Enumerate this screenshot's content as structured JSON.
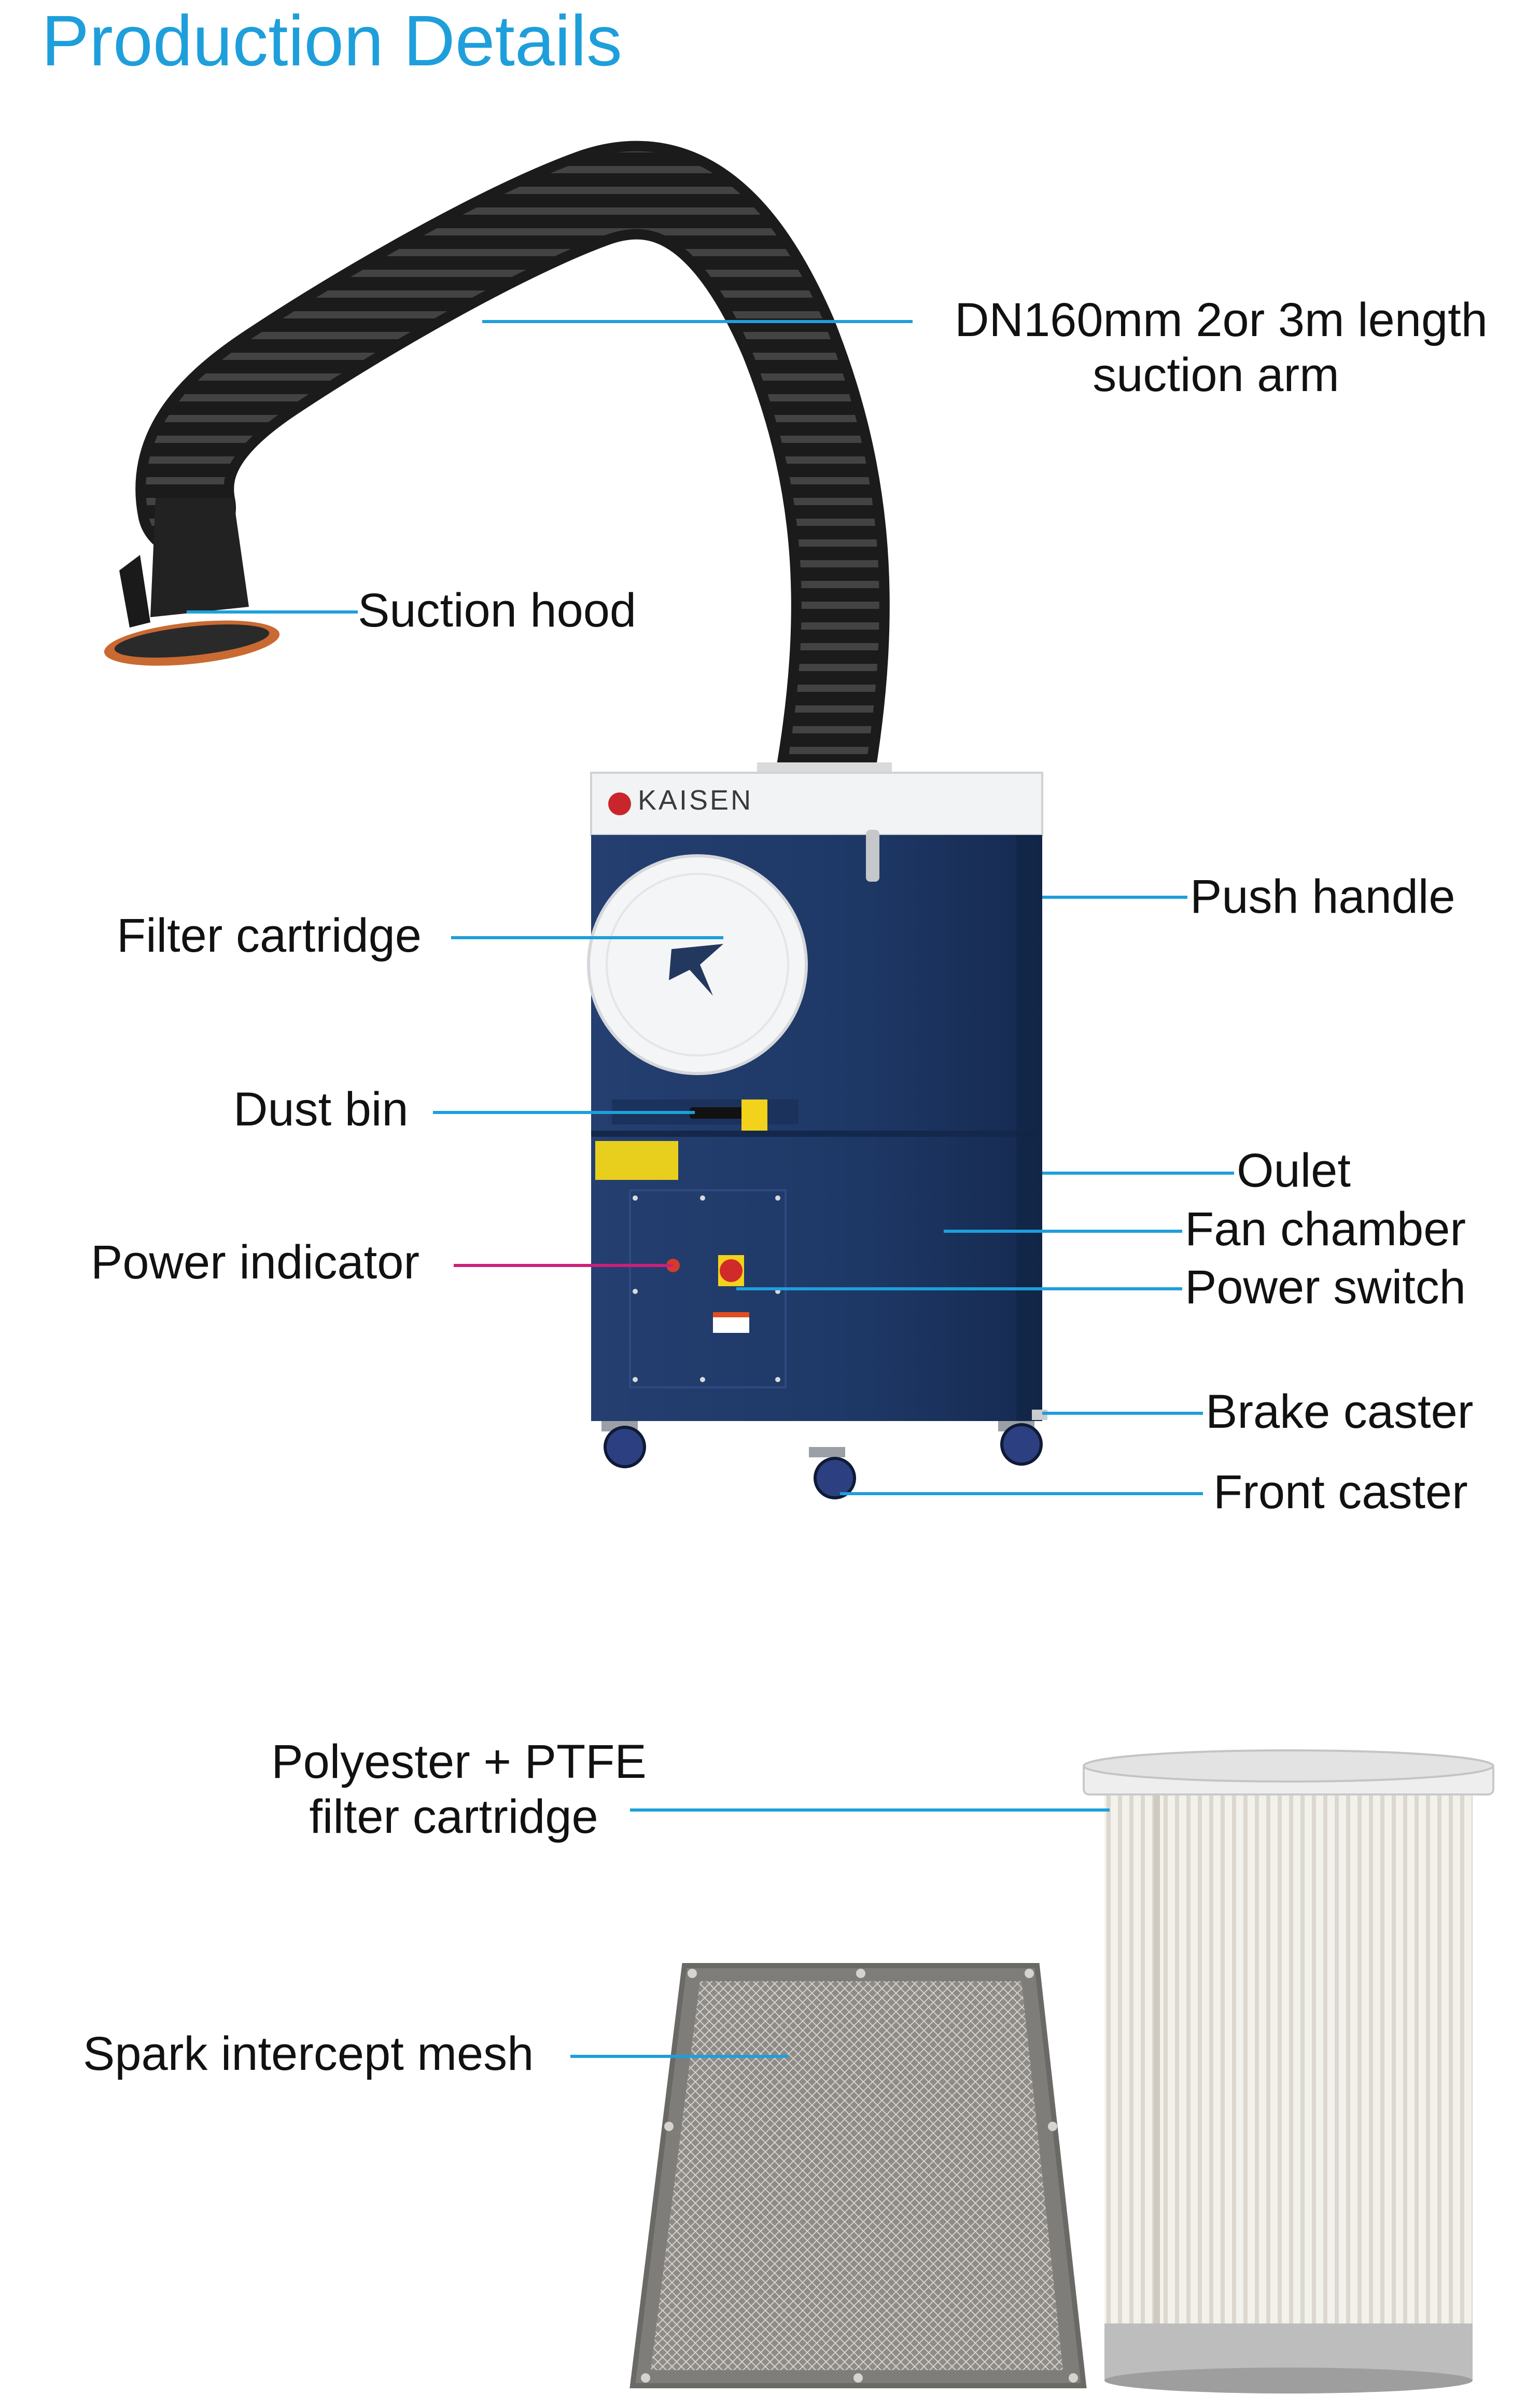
{
  "page": {
    "title": "Production Details"
  },
  "brand": {
    "logo_text": "KAISEN"
  },
  "colors": {
    "title": "#1e9fdb",
    "leader": "#1e9fdb",
    "leader_indicator": "#cc1f7a",
    "cabinet": "#1f3a6b",
    "hose": "#1b1b1b"
  },
  "labels": {
    "suction_arm_line1": "DN160mm 2or 3m length",
    "suction_arm_line2": "suction arm",
    "suction_hood": "Suction hood",
    "filter_cartridge": "Filter cartridge",
    "push_handle": "Push handle",
    "dust_bin": "Dust bin",
    "outlet": "Oulet",
    "fan_chamber": "Fan chamber",
    "power_indicator": "Power indicator",
    "power_switch": "Power switch",
    "brake_caster": "Brake caster",
    "front_caster": "Front caster",
    "cartridge_line1": "Polyester + PTFE",
    "cartridge_line2": "filter cartridge",
    "spark_mesh": "Spark intercept mesh"
  }
}
